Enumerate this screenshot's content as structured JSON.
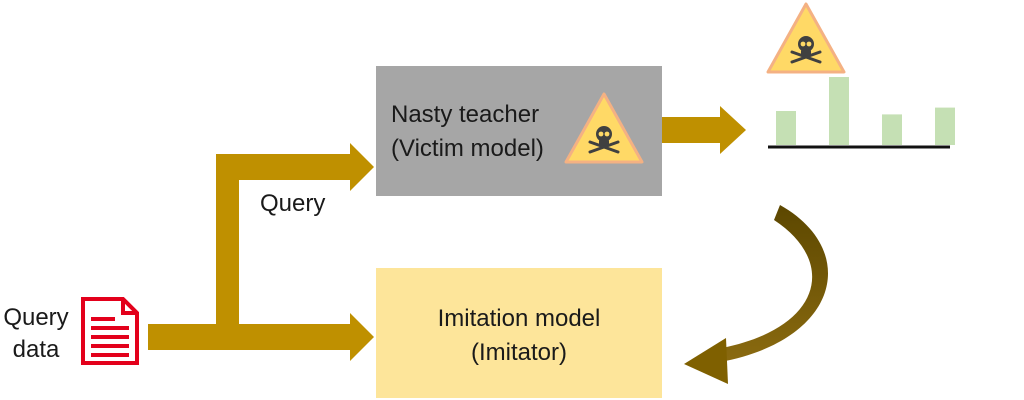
{
  "input": {
    "label_line1": "Query",
    "label_line2": "data",
    "icon": "document-icon"
  },
  "query_label": "Query",
  "victim_box": {
    "line1": "Nasty teacher",
    "line2": "(Victim model)",
    "icon": "hazard-skull-icon",
    "fill": "#a6a6a6"
  },
  "imitator_box": {
    "line1": "Imitation model",
    "line2": "(Imitator)",
    "fill": "#fde59a"
  },
  "output": {
    "icon": "hazard-skull-icon",
    "bars": [
      0.5,
      1.0,
      0.45,
      0.55
    ],
    "bar_color": "#c5e0b4"
  },
  "colors": {
    "arrow": "#bf9000",
    "curved_arrow": "#7f6000",
    "hazard_fill": "#ffd966",
    "hazard_stroke": "#f4b183",
    "document_red": "#e3001b"
  }
}
